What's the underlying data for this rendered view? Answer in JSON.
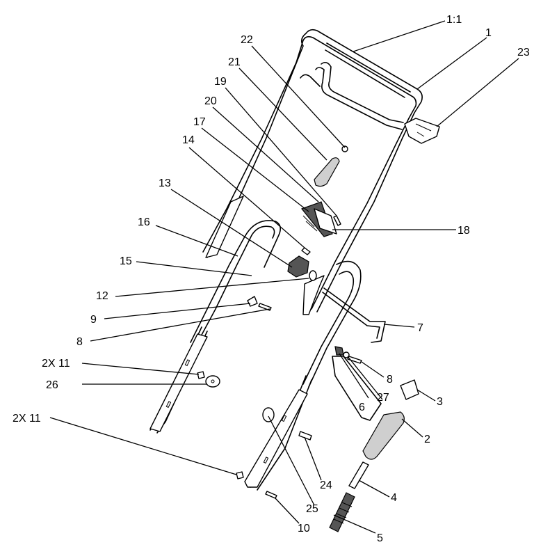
{
  "callouts": [
    {
      "id": "c-1to1",
      "text": "1:1"
    },
    {
      "id": "c-1",
      "text": "1"
    },
    {
      "id": "c-23",
      "text": "23"
    },
    {
      "id": "c-22",
      "text": "22"
    },
    {
      "id": "c-21",
      "text": "21"
    },
    {
      "id": "c-19",
      "text": "19"
    },
    {
      "id": "c-20",
      "text": "20"
    },
    {
      "id": "c-17",
      "text": "17"
    },
    {
      "id": "c-14",
      "text": "14"
    },
    {
      "id": "c-13",
      "text": "13"
    },
    {
      "id": "c-18",
      "text": "18"
    },
    {
      "id": "c-16",
      "text": "16"
    },
    {
      "id": "c-15",
      "text": "15"
    },
    {
      "id": "c-12",
      "text": "12"
    },
    {
      "id": "c-9",
      "text": "9"
    },
    {
      "id": "c-8a",
      "text": "8"
    },
    {
      "id": "c-7",
      "text": "7"
    },
    {
      "id": "c-2x11a",
      "text": "2X 11"
    },
    {
      "id": "c-26",
      "text": "26"
    },
    {
      "id": "c-8b",
      "text": "8"
    },
    {
      "id": "c-27",
      "text": "27"
    },
    {
      "id": "c-6",
      "text": "6"
    },
    {
      "id": "c-3",
      "text": "3"
    },
    {
      "id": "c-2",
      "text": "2"
    },
    {
      "id": "c-2x11b",
      "text": "2X 11"
    },
    {
      "id": "c-24",
      "text": "24"
    },
    {
      "id": "c-4",
      "text": "4"
    },
    {
      "id": "c-25",
      "text": "25"
    },
    {
      "id": "c-10",
      "text": "10"
    },
    {
      "id": "c-5",
      "text": "5"
    }
  ]
}
